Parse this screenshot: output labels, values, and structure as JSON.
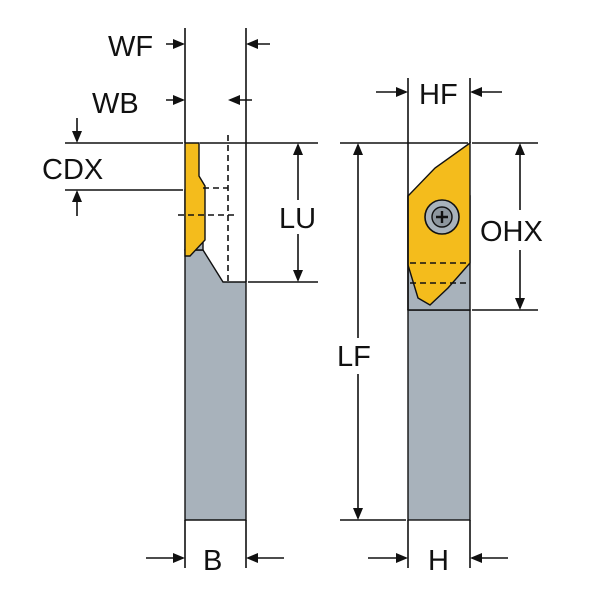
{
  "labels": {
    "wf": "WF",
    "wb": "WB",
    "cdx": "CDX",
    "lu": "LU",
    "b": "B",
    "hf": "HF",
    "ohx": "OHX",
    "lf": "LF",
    "h": "H"
  },
  "colors": {
    "body": "#a8b2bb",
    "insert": "#f4bc1c",
    "line": "#111111",
    "background": "#ffffff"
  }
}
